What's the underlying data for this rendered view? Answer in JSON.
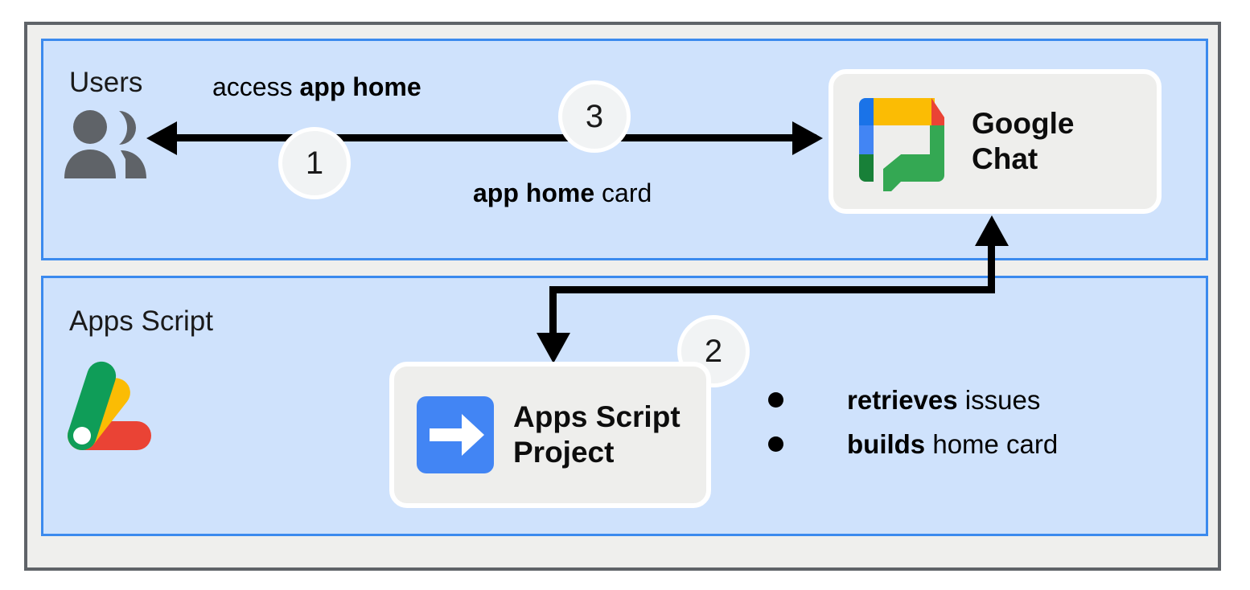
{
  "diagram": {
    "title_semantic": "google-chat-app-home-flow",
    "panels": [
      {
        "id": "users",
        "title": "Users"
      },
      {
        "id": "apps-script",
        "title": "Apps Script"
      }
    ],
    "nodes": {
      "users": {
        "label": "Users",
        "icon": "people-icon"
      },
      "google_chat": {
        "label": "Google\nChat",
        "icon": "google-chat-logo"
      },
      "apps_script_project": {
        "label": "Apps Script\nProject",
        "icon": "apps-script-project-icon"
      },
      "apps_script_logo": {
        "icon": "apps-script-logo"
      }
    },
    "edge_labels": {
      "access_prefix": "access ",
      "access_bold": "app home",
      "card_bold": "app home",
      "card_suffix": " card"
    },
    "steps": [
      {
        "number": "1"
      },
      {
        "number": "2"
      },
      {
        "number": "3"
      }
    ],
    "actions": [
      {
        "bold": "retrieves",
        "rest": " issues"
      },
      {
        "bold": "builds",
        "rest": " home card"
      }
    ],
    "colors": {
      "panel_fill": "#cfe2fc",
      "panel_border": "#3b8aee",
      "frame_fill": "#efefed",
      "frame_border": "#5f6368",
      "box_fill": "#eeeeec",
      "badge_fill": "#f1f3f4",
      "arrow": "#000000",
      "users_icon": "#5f6368",
      "google_blue": "#1a73e8",
      "google_blue_light": "#4285f4",
      "google_green": "#34a853",
      "google_green_dark": "#188038",
      "google_yellow": "#fbbc04",
      "google_red": "#ea4335",
      "project_icon_blue": "#4285f4"
    }
  }
}
